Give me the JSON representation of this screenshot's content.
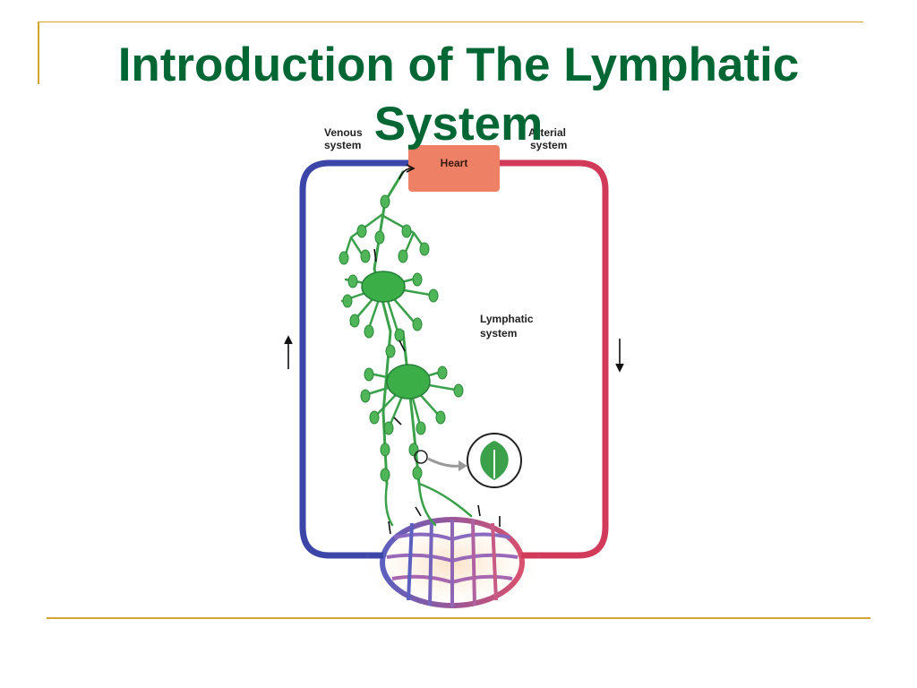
{
  "slide": {
    "title": "Introduction of The Lymphatic System"
  },
  "diagram": {
    "labels": {
      "venous_line1": "Venous",
      "venous_line2": "system",
      "arterial_line1": "Arterial",
      "arterial_line2": "system",
      "heart": "Heart",
      "lymphatic_line1": "Lymphatic",
      "lymphatic_line2": "system"
    },
    "colors": {
      "venous": "#3b46a8",
      "arterial": "#d23a5a",
      "lymph": "#3aa04a",
      "heart": "#ee8066",
      "accent_frame": "#d6a52e",
      "title": "#006633"
    }
  }
}
